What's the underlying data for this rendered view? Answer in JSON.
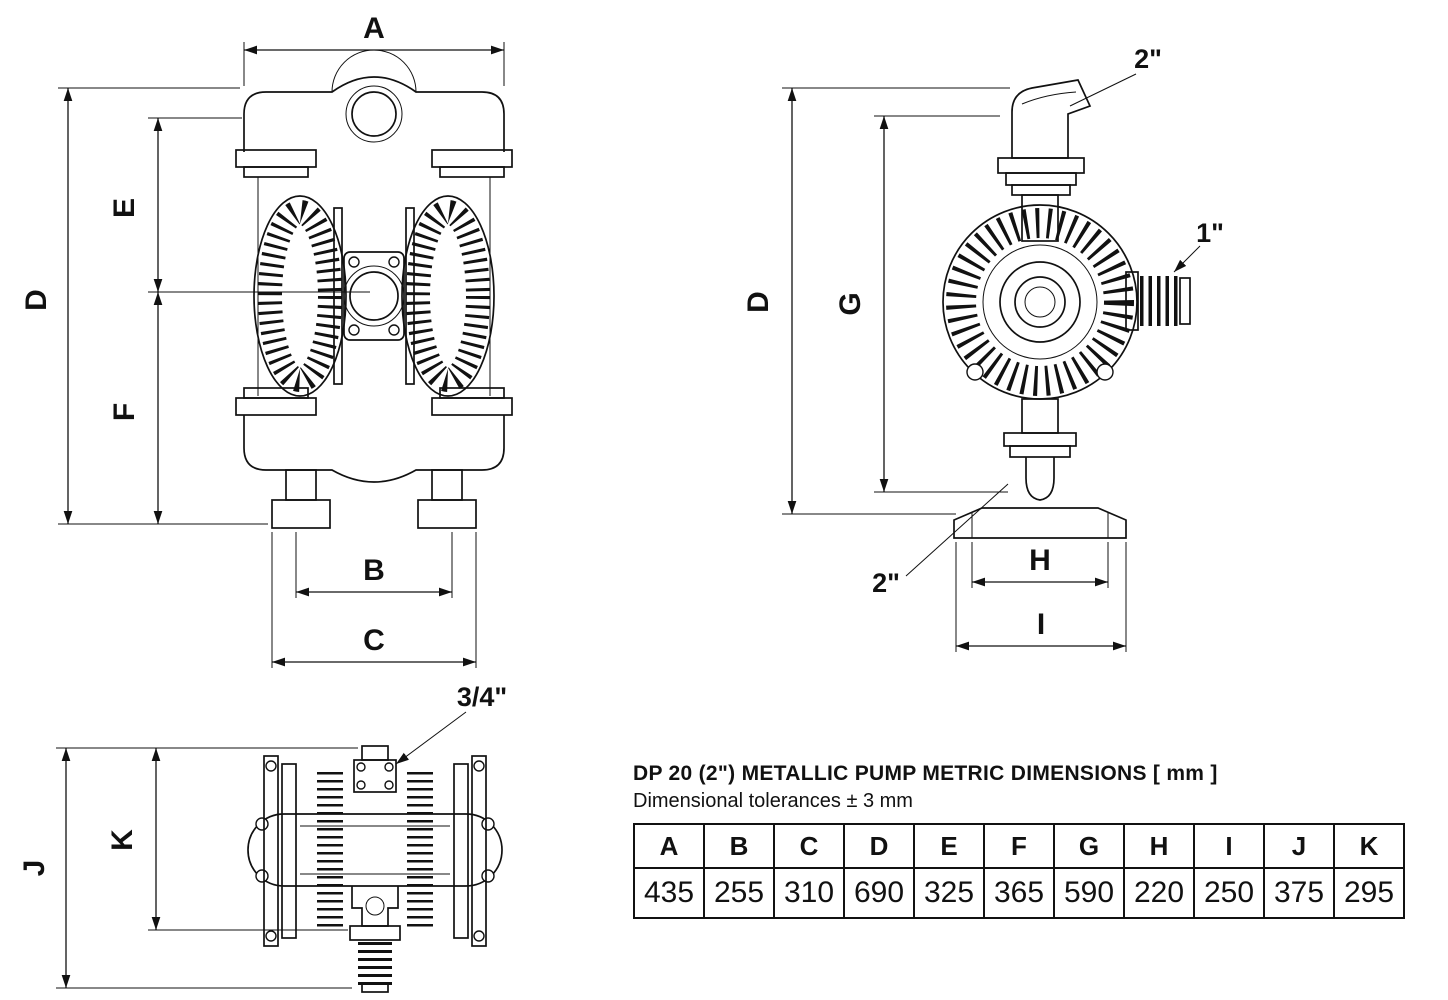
{
  "colors": {
    "ink": "#111111",
    "background": "#ffffff"
  },
  "views": {
    "front": {
      "dim_a": "A",
      "dim_b": "B",
      "dim_c": "C",
      "dim_d": "D",
      "dim_e": "E",
      "dim_f": "F"
    },
    "side": {
      "dim_d": "D",
      "dim_g": "G",
      "dim_h": "H",
      "dim_i": "I",
      "port_top": "2\"",
      "port_side": "1\"",
      "port_bottom": "2\""
    },
    "top": {
      "dim_j": "J",
      "dim_k": "K",
      "port": "3/4\""
    }
  },
  "table": {
    "title": "DP 20 (2\") METALLIC PUMP METRIC DIMENSIONS [ mm ]",
    "subtitle": "Dimensional tolerances ± 3 mm",
    "headers": [
      "A",
      "B",
      "C",
      "D",
      "E",
      "F",
      "G",
      "H",
      "I",
      "J",
      "K"
    ],
    "values": [
      "435",
      "255",
      "310",
      "690",
      "325",
      "365",
      "590",
      "220",
      "250",
      "375",
      "295"
    ]
  }
}
